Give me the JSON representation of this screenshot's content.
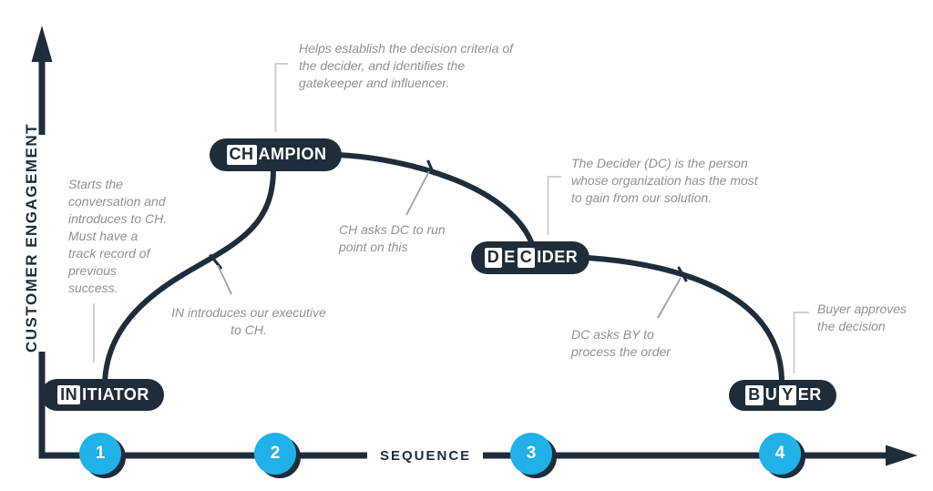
{
  "colors": {
    "dark_navy": "#1f2d3a",
    "accent_cyan": "#1fb1e7",
    "annotation_gray": "#8e9296",
    "leader_line_gray": "#9aa0a5",
    "elbow_line_gray": "#cdd0d2"
  },
  "axes": {
    "y_label": "CUSTOMER ENGAGEMENT",
    "x_label": "SEQUENCE"
  },
  "sequence_points": [
    {
      "n": "1"
    },
    {
      "n": "2"
    },
    {
      "n": "3"
    },
    {
      "n": "4"
    }
  ],
  "stages": [
    {
      "name": "initiator",
      "segments": [
        {
          "text": "IN"
        },
        {
          "text": "ITIATOR"
        }
      ]
    },
    {
      "name": "champion",
      "segments": [
        {
          "text": "CH"
        },
        {
          "text": "AMPION"
        }
      ]
    },
    {
      "name": "decider",
      "segments": [
        {
          "text": "D"
        },
        {
          "text": "E"
        },
        {
          "text": "C"
        },
        {
          "text": "IDER"
        }
      ]
    },
    {
      "name": "buyer",
      "segments": [
        {
          "text": "B"
        },
        {
          "text": "U"
        },
        {
          "text": "Y"
        },
        {
          "text": "ER"
        }
      ]
    }
  ],
  "annotations": {
    "initiator_desc": {
      "lines": [
        "Starts the",
        "conversation and",
        "introduces to CH.",
        "Must have a",
        "track record of",
        "previous",
        "success."
      ]
    },
    "in_to_ch": {
      "lines": [
        "IN introduces our executive",
        "to CH."
      ]
    },
    "champion_desc": {
      "lines": [
        "Helps establish the decision criteria of",
        "the decider, and identifies the",
        "gatekeeper and influencer."
      ]
    },
    "ch_to_dc": {
      "lines": [
        "CH asks DC to run",
        "point on this"
      ]
    },
    "decider_desc": {
      "lines": [
        "The Decider (DC) is the person",
        "whose organization has the most",
        "to gain from our solution."
      ]
    },
    "dc_to_by": {
      "lines": [
        "DC asks BY to",
        "process the order"
      ]
    },
    "buyer_desc": {
      "lines": [
        "Buyer approves",
        "the decision"
      ]
    }
  }
}
